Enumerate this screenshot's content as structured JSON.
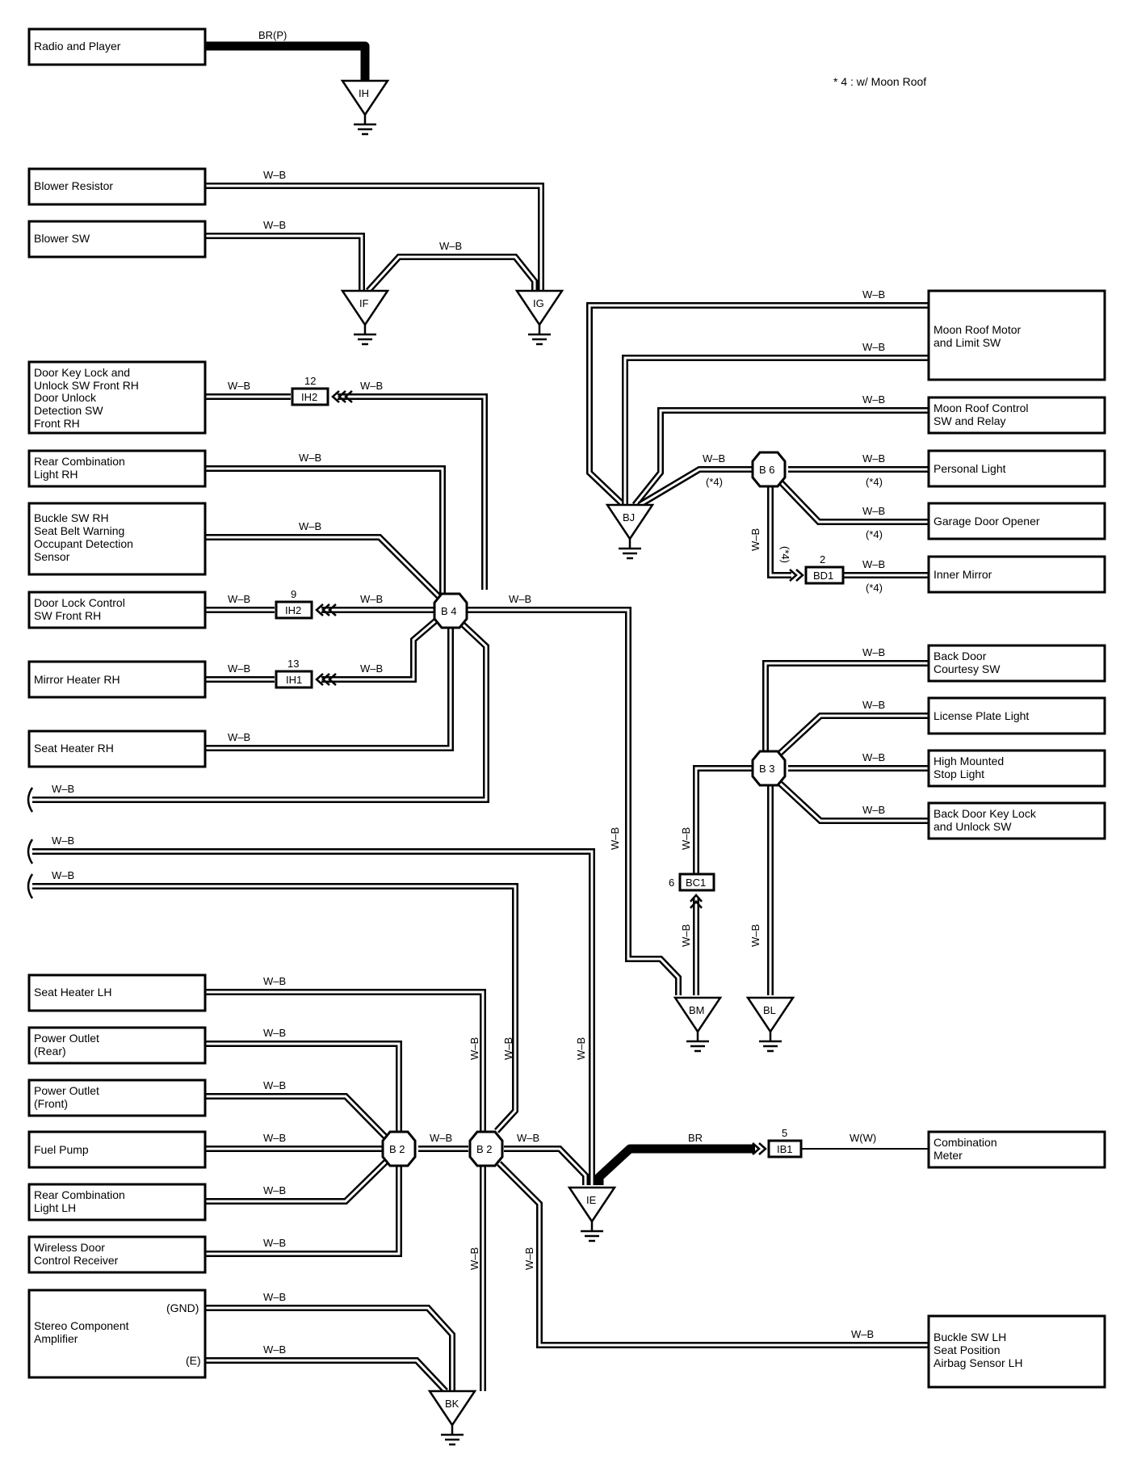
{
  "note": "* 4 : w/ Moon Roof",
  "components": {
    "radio_player": "Radio and Player",
    "blower_resistor": "Blower Resistor",
    "blower_sw": "Blower SW",
    "door_key_lock_rh": [
      "Door Key Lock and",
      "Unlock SW Front RH",
      "Door Unlock",
      "Detection SW",
      "Front RH"
    ],
    "rear_combo_rh": [
      "Rear Combination",
      "Light RH"
    ],
    "buckle_sw_rh": [
      "Buckle SW RH",
      "Seat Belt Warning",
      "Occupant Detection",
      "Sensor"
    ],
    "door_lock_control_rh": [
      "Door Lock Control",
      "SW Front RH"
    ],
    "mirror_heater_rh": "Mirror Heater RH",
    "seat_heater_rh": "Seat Heater RH",
    "seat_heater_lh": "Seat Heater LH",
    "power_outlet_rear": [
      "Power Outlet",
      "(Rear)"
    ],
    "power_outlet_front": [
      "Power Outlet",
      "(Front)"
    ],
    "fuel_pump": "Fuel Pump",
    "rear_combo_lh": [
      "Rear Combination",
      "Light LH"
    ],
    "wireless_door": [
      "Wireless Door",
      "Control Receiver"
    ],
    "stereo_amp": [
      "Stereo Component",
      "Amplifier"
    ],
    "stereo_gnd": "(GND)",
    "stereo_e": "(E)",
    "moon_roof_motor": [
      "Moon Roof Motor",
      "and Limit SW"
    ],
    "moon_roof_control": [
      "Moon Roof Control",
      "SW and Relay"
    ],
    "personal_light": "Personal Light",
    "garage_door": "Garage Door Opener",
    "inner_mirror": "Inner Mirror",
    "back_door_courtesy": [
      "Back Door",
      "Courtesy SW"
    ],
    "license_plate": "License Plate Light",
    "high_mounted": [
      "High Mounted",
      "Stop Light"
    ],
    "back_door_key": [
      "Back Door Key Lock",
      "and Unlock SW"
    ],
    "combination_meter": [
      "Combination",
      "Meter"
    ],
    "buckle_sw_lh": [
      "Buckle SW LH",
      "Seat Position",
      "Airbag Sensor LH"
    ]
  },
  "wire_colors": {
    "wb": "W–B",
    "br_p": "BR(P)",
    "br": "BR",
    "w_w": "W(W)",
    "star4": "(*4)"
  },
  "grounds": {
    "ih": "IH",
    "if": "IF",
    "ig": "IG",
    "bj": "BJ",
    "bm": "BM",
    "bl": "BL",
    "ie": "IE",
    "bk": "BK"
  },
  "junctions": {
    "b4": "B 4",
    "b6": "B 6",
    "b3": "B 3",
    "b2a": "B 2",
    "b2b": "B 2"
  },
  "connectors": {
    "ih2a": {
      "name": "IH2",
      "pin": "12"
    },
    "ih2b": {
      "name": "IH2",
      "pin": "9"
    },
    "ih1": {
      "name": "IH1",
      "pin": "13"
    },
    "bd1": {
      "name": "BD1",
      "pin": "2"
    },
    "bc1": {
      "name": "BC1",
      "pin": "6"
    },
    "ib1": {
      "name": "IB1",
      "pin": "5"
    }
  }
}
